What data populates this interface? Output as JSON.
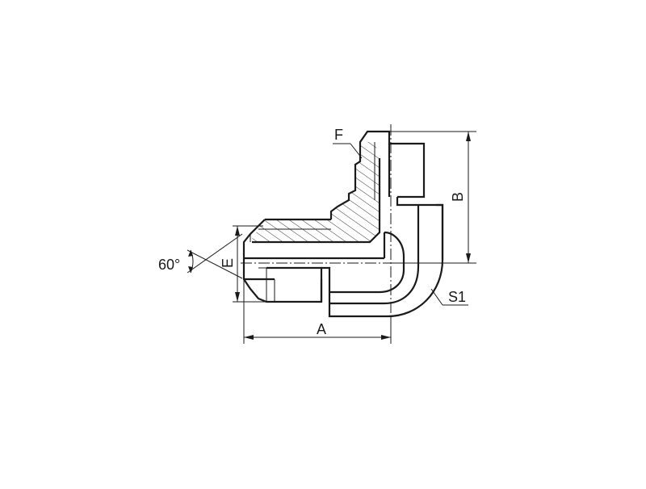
{
  "labels": {
    "thread_pitch": "F",
    "height": "B",
    "length": "A",
    "flare_diameter": "E",
    "elbow_hex": "S1",
    "angle": "60°"
  }
}
